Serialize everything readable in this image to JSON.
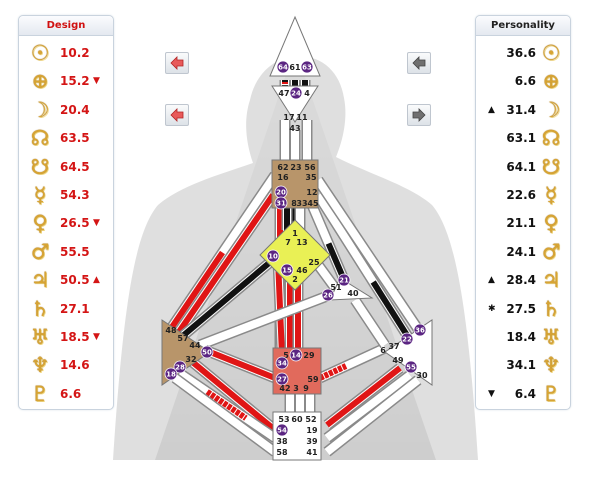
{
  "design": {
    "title": "Design",
    "rows": [
      {
        "glyph": "☉",
        "value": "10.2",
        "mark": ""
      },
      {
        "glyph": "⊕",
        "value": "15.2",
        "mark": "▼"
      },
      {
        "glyph": "☽",
        "value": "20.4",
        "mark": ""
      },
      {
        "glyph": "☊",
        "value": "63.5",
        "mark": ""
      },
      {
        "glyph": "☋",
        "value": "64.5",
        "mark": ""
      },
      {
        "glyph": "☿",
        "value": "54.3",
        "mark": ""
      },
      {
        "glyph": "♀",
        "value": "26.5",
        "mark": "▼"
      },
      {
        "glyph": "♂",
        "value": "55.5",
        "mark": ""
      },
      {
        "glyph": "♃",
        "value": "50.5",
        "mark": "▲"
      },
      {
        "glyph": "♄",
        "value": "27.1",
        "mark": ""
      },
      {
        "glyph": "♅",
        "value": "18.5",
        "mark": "▼"
      },
      {
        "glyph": "♆",
        "value": "14.6",
        "mark": ""
      },
      {
        "glyph": "♇",
        "value": "6.6",
        "mark": ""
      }
    ]
  },
  "personality": {
    "title": "Personality",
    "rows": [
      {
        "glyph": "☉",
        "value": "36.6",
        "mark": ""
      },
      {
        "glyph": "⊕",
        "value": "6.6",
        "mark": ""
      },
      {
        "glyph": "☽",
        "value": "31.4",
        "mark": "▲"
      },
      {
        "glyph": "☊",
        "value": "63.1",
        "mark": ""
      },
      {
        "glyph": "☋",
        "value": "64.1",
        "mark": ""
      },
      {
        "glyph": "☿",
        "value": "22.6",
        "mark": ""
      },
      {
        "glyph": "♀",
        "value": "21.1",
        "mark": ""
      },
      {
        "glyph": "♂",
        "value": "24.1",
        "mark": ""
      },
      {
        "glyph": "♃",
        "value": "28.4",
        "mark": "▲"
      },
      {
        "glyph": "♄",
        "value": "27.5",
        "mark": "✱"
      },
      {
        "glyph": "♅",
        "value": "18.4",
        "mark": ""
      },
      {
        "glyph": "♆",
        "value": "34.1",
        "mark": ""
      },
      {
        "glyph": "♇",
        "value": "6.4",
        "mark": "▼"
      }
    ]
  },
  "nav": {
    "left_buttons": [
      "left-arrow-icon",
      "left-arrow-icon"
    ],
    "right_buttons": [
      "left-arrow-icon",
      "right-arrow-icon"
    ]
  },
  "colors": {
    "design_red": "#e01515",
    "personality_black": "#111111",
    "channel_white": "#ffffff",
    "head_center": "#ffffff",
    "ajna_center": "#ffffff",
    "throat_center": "#b8956a",
    "g_center": "#e9f055",
    "ego_center": "#ffffff",
    "spleen_center": "#b8956a",
    "sacral_center": "#e16a5c",
    "solar_plexus_center": "#ffffff",
    "root_center": "#ffffff",
    "activated_gate_badge": "#5b2582"
  },
  "gates": {
    "g64": "64",
    "g61": "61",
    "g63": "63",
    "g47": "47",
    "g24": "24",
    "g4": "4",
    "g17": "17",
    "g11": "11",
    "g43": "43",
    "g62": "62",
    "g23": "23",
    "g56": "56",
    "g16": "16",
    "g35": "35",
    "g20": "20",
    "g12": "12",
    "g31": "31",
    "g8": "8",
    "g33": "33",
    "g45": "45",
    "g1": "1",
    "g7": "7",
    "g13": "13",
    "g10": "10",
    "g25": "25",
    "g15": "15",
    "g46": "46",
    "g2": "2",
    "g21": "21",
    "g51": "51",
    "g26": "26",
    "g40": "40",
    "g48": "48",
    "g57": "57",
    "g44": "44",
    "g50": "50",
    "g32": "32",
    "g28": "28",
    "g18": "18",
    "g5": "5",
    "g14": "14",
    "g29": "29",
    "g34": "34",
    "g27": "27",
    "g59": "59",
    "g42": "42",
    "g3": "3",
    "g9": "9",
    "g36": "36",
    "g22": "22",
    "g6": "6",
    "g37": "37",
    "g49": "49",
    "g55": "55",
    "g30": "30",
    "g53": "53",
    "g60": "60",
    "g52": "52",
    "g54": "54",
    "g19": "19",
    "g38": "38",
    "g39": "39",
    "g58": "58",
    "g41": "41"
  }
}
